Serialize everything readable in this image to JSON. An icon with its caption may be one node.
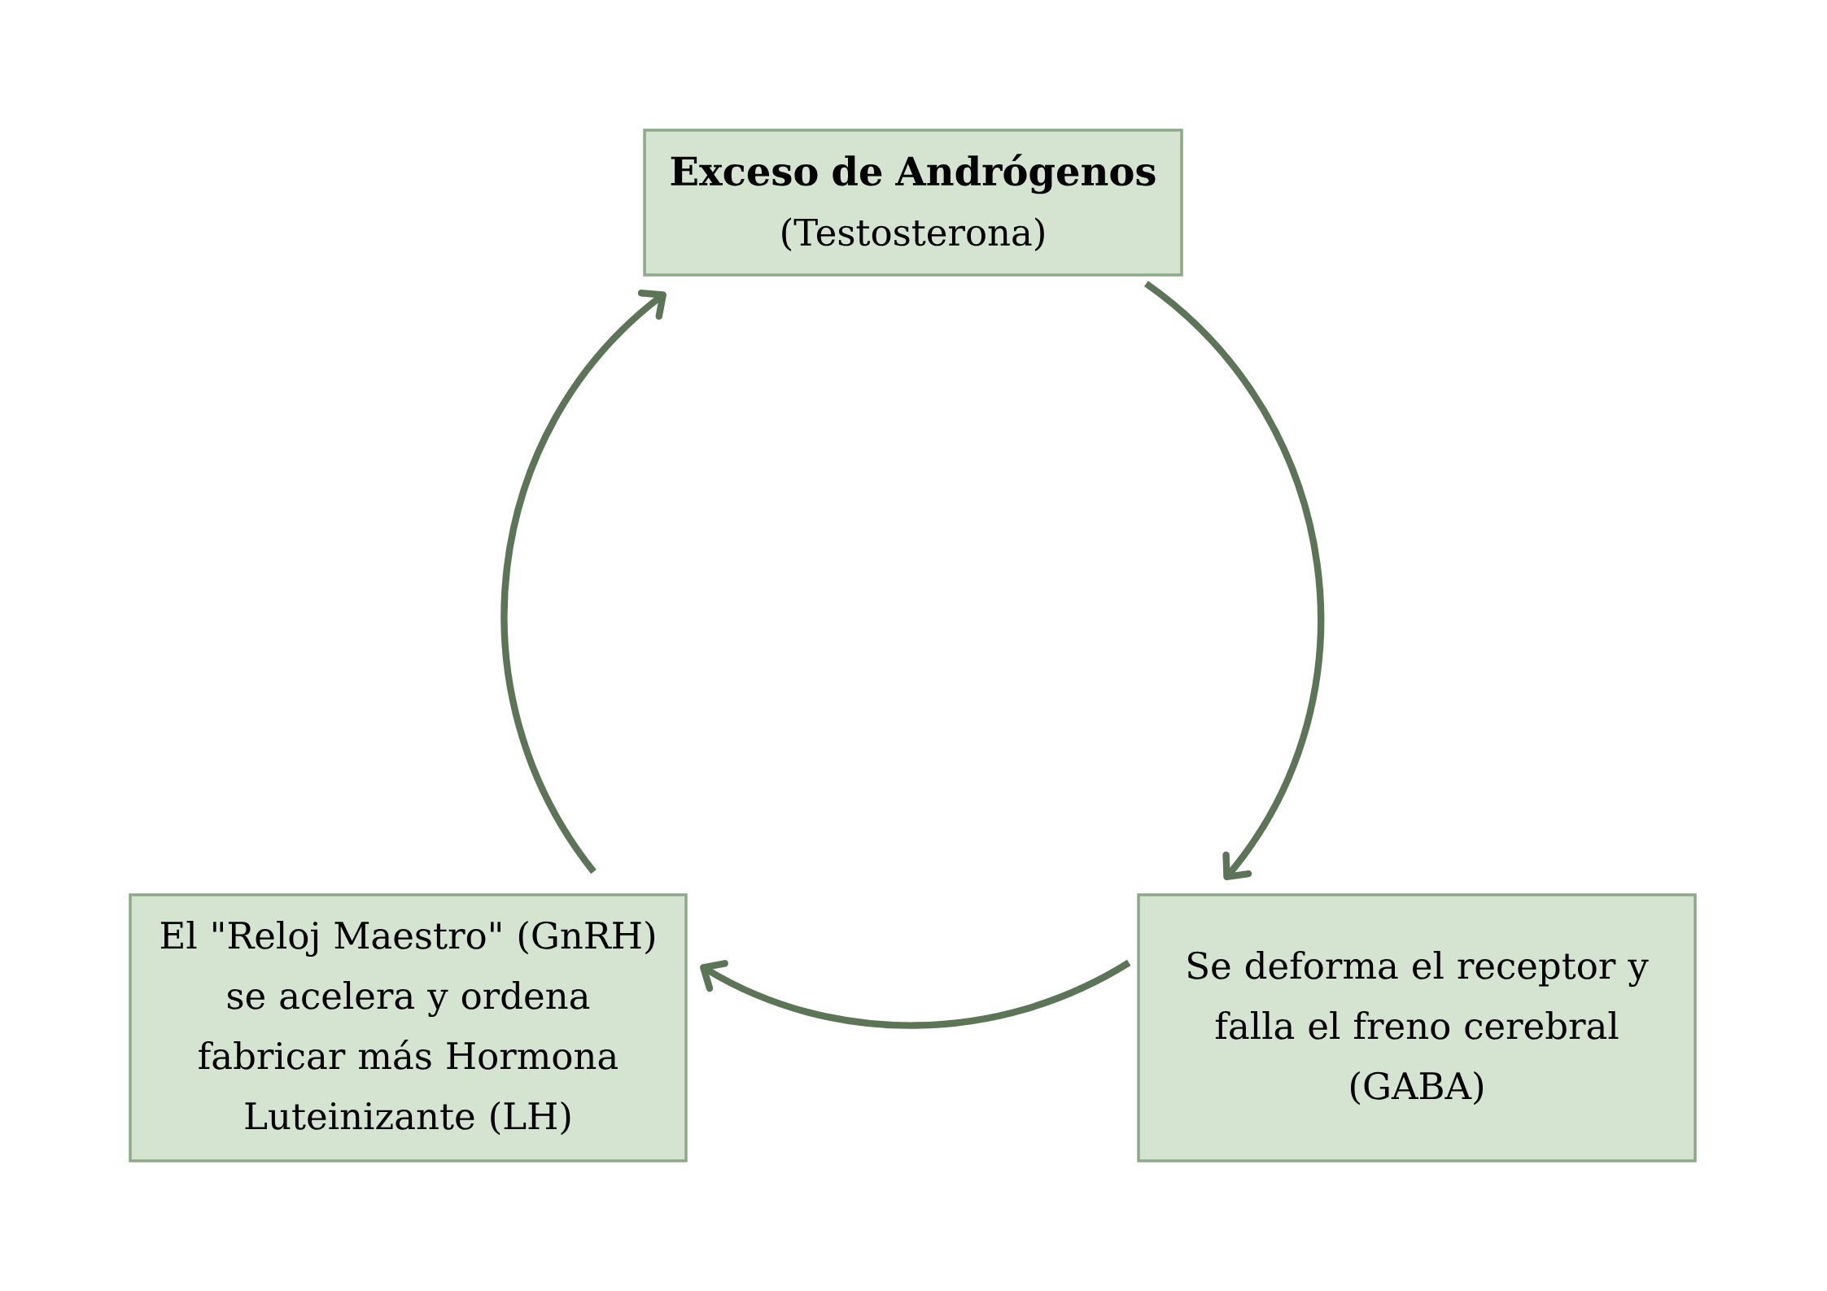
{
  "diagram": {
    "nodes": [
      {
        "text": [
          "Exceso de Andrógenos",
          "(Testosterona)"
        ]
      },
      {
        "text": [
          "El \"Reloj Maestro\" (GnRH) se acelera y ordena fabricar más Hormona Luteinizante (LH)"
        ]
      },
      {
        "text": [
          "Se deforma el receptor y falla el freno cerebral (GABA)"
        ]
      }
    ],
    "edges": [
      {
        "from": 0,
        "to": 2,
        "arrow": "to"
      },
      {
        "from": 2,
        "to": 1,
        "arrow": "to"
      },
      {
        "from": 1,
        "to": 0,
        "arrow": "to"
      }
    ]
  }
}
